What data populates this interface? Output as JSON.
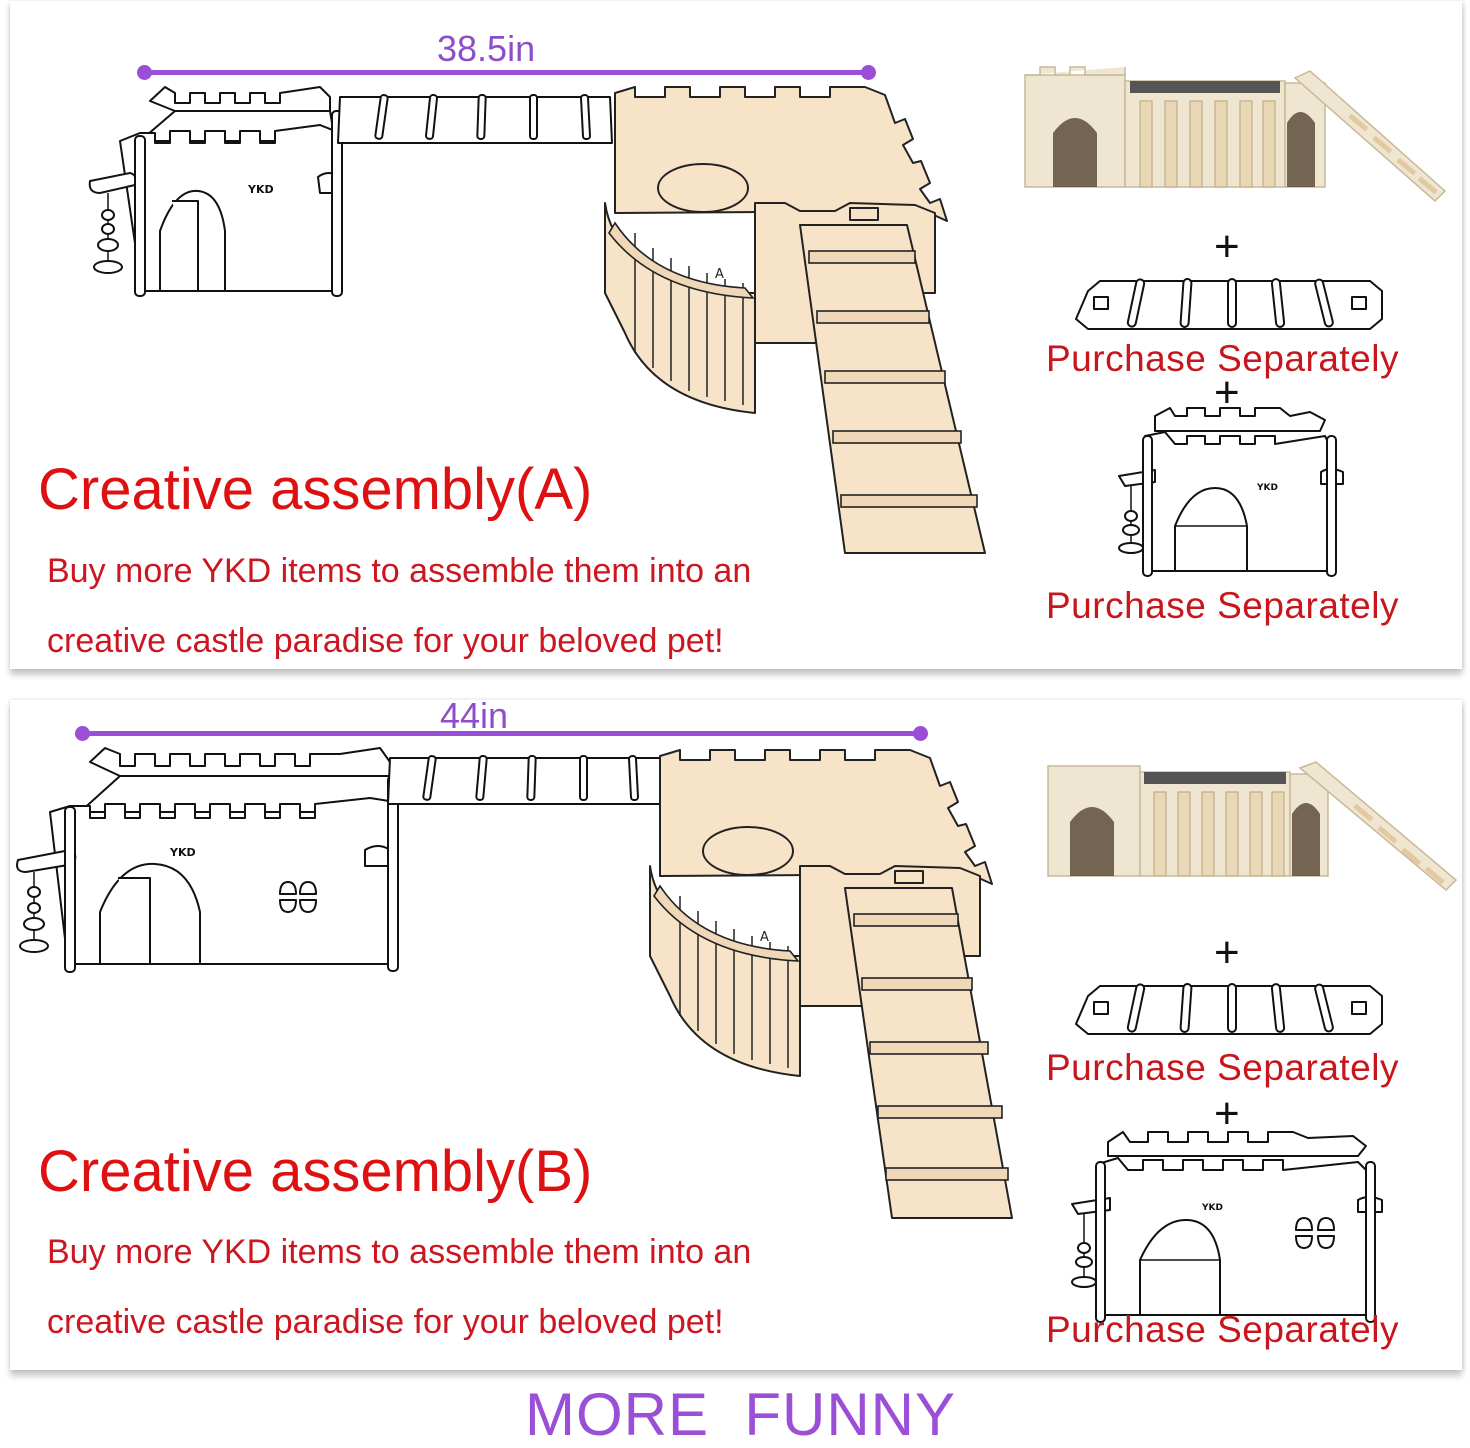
{
  "panels": [
    {
      "id": "A",
      "measurement": "38.5in",
      "title": "Creative assembly(A)",
      "description_lines": [
        "Buy more YKD items to assemble them into an",
        "creative castle paradise for your beloved pet!"
      ],
      "components": [
        {
          "name": "main-castle-photo",
          "note": null
        },
        {
          "separator": "+"
        },
        {
          "name": "ladder-bridge",
          "label": "Purchase Separately"
        },
        {
          "separator": "+"
        },
        {
          "name": "small-castle",
          "label": "Purchase Separately"
        }
      ]
    },
    {
      "id": "B",
      "measurement": "44in",
      "title": "Creative assembly(B)",
      "description_lines": [
        "Buy more YKD items to assemble them into an",
        "creative castle paradise for your beloved pet!"
      ],
      "components": [
        {
          "name": "main-castle-photo",
          "note": null
        },
        {
          "separator": "+"
        },
        {
          "name": "ladder-bridge",
          "label": "Purchase Separately"
        },
        {
          "separator": "+"
        },
        {
          "name": "window-castle",
          "label": "Purchase Separately"
        }
      ]
    }
  ],
  "plus_sign": "+",
  "purchase_label": "Purchase Separately",
  "footer": "MORE  FUNNY",
  "brand_mark": "YKD",
  "colors": {
    "title_red": "#dd1111",
    "text_red": "#c8161d",
    "accent_purple": "#9b4fd6",
    "wood": "#f7e3c8",
    "line": "#111111"
  }
}
